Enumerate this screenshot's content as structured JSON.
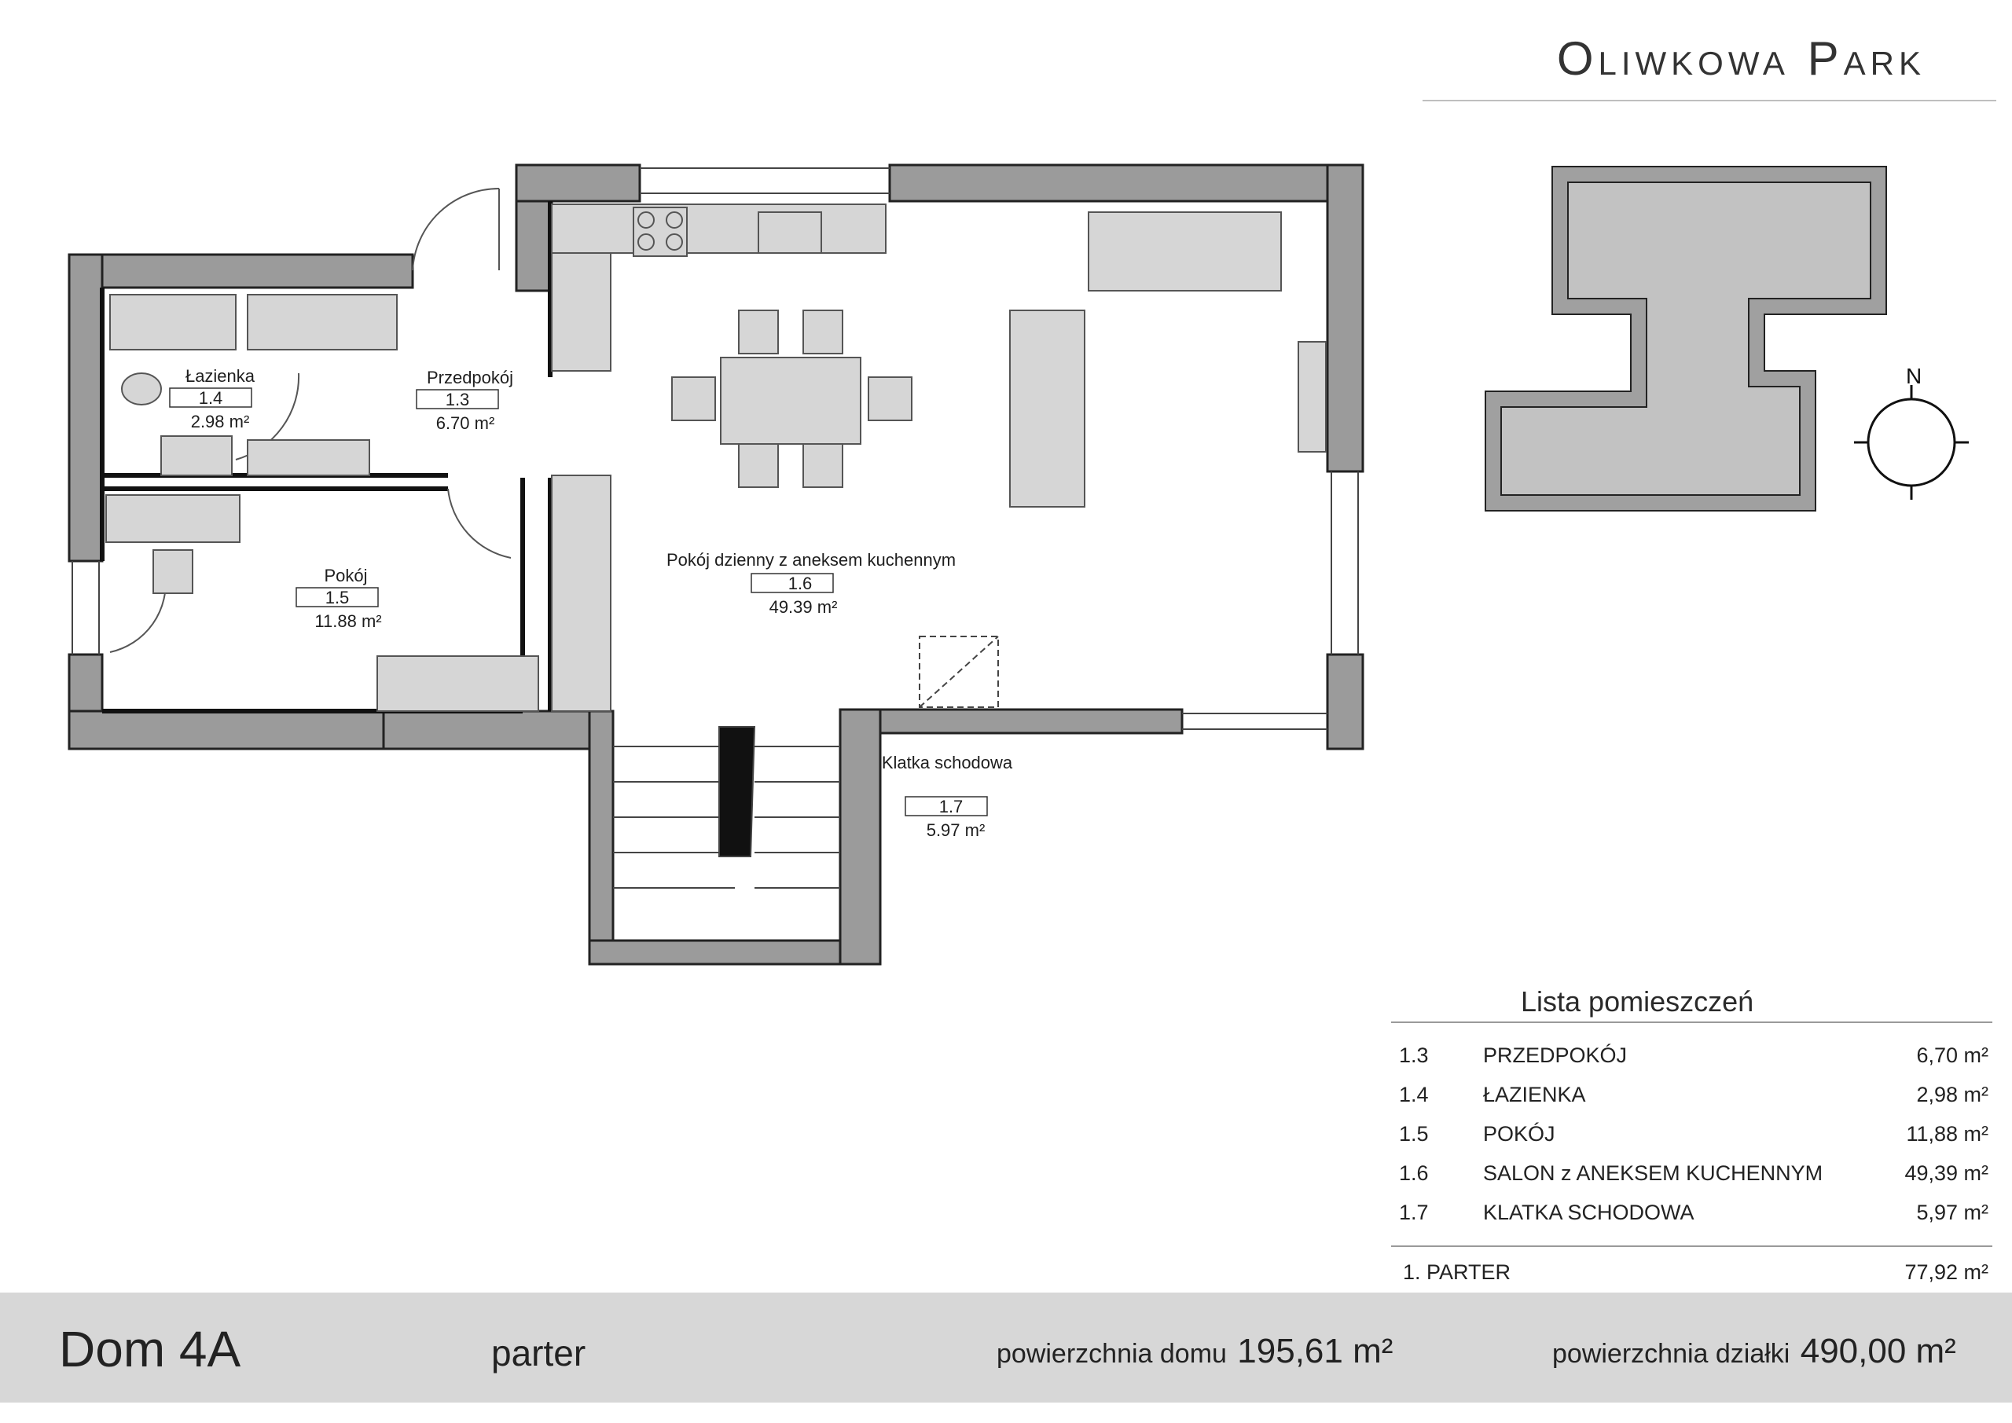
{
  "brand": {
    "name": "Oliwkowa Park"
  },
  "rooms_on_plan": [
    {
      "id": "r14",
      "name": "Łazienka",
      "number": "1.4",
      "area": "2.98 m²"
    },
    {
      "id": "r13",
      "name": "Przedpokój",
      "number": "1.3",
      "area": "6.70 m²"
    },
    {
      "id": "r15",
      "name": "Pokój",
      "number": "1.5",
      "area": "11.88 m²"
    },
    {
      "id": "r16",
      "name": "Pokój dzienny z aneksem kuchennym",
      "number": "1.6",
      "area": "49.39 m²"
    },
    {
      "id": "r17",
      "name": "Klatka schodowa",
      "number": "1.7",
      "area": "5.97 m²"
    }
  ],
  "compass": {
    "label": "N"
  },
  "room_list": {
    "title": "Lista pomieszczeń",
    "rows": [
      {
        "num": "1.3",
        "name": "PRZEDPOKÓJ",
        "area": "6,70 m²"
      },
      {
        "num": "1.4",
        "name": "ŁAZIENKA",
        "area": "2,98 m²"
      },
      {
        "num": "1.5",
        "name": "POKÓJ",
        "area": "11,88 m²"
      },
      {
        "num": "1.6",
        "name": "SALON z ANEKSEM KUCHENNYM",
        "area": "49,39 m²"
      },
      {
        "num": "1.7",
        "name": "KLATKA SCHODOWA",
        "area": "5,97 m²"
      }
    ],
    "total": {
      "label": "1. PARTER",
      "area": "77,92 m²"
    }
  },
  "footer": {
    "house": "Dom 4A",
    "floor": "parter",
    "house_area_label": "powierzchnia domu",
    "house_area_value": "195,61 m²",
    "plot_area_label": "powierzchnia działki",
    "plot_area_value": "490,00 m²"
  }
}
